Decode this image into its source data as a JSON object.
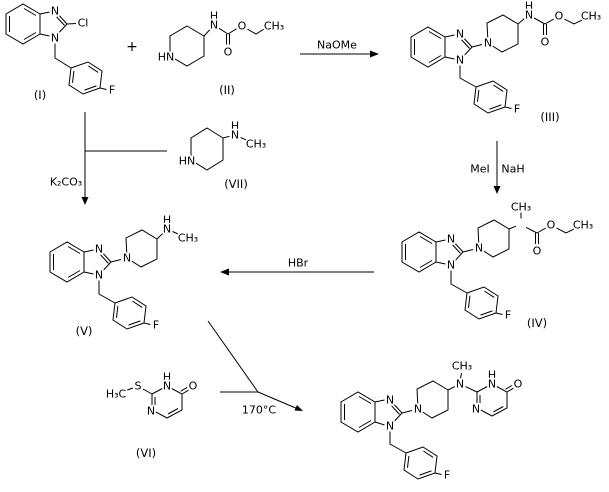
{
  "colors": {
    "background": "#ffffff",
    "ink": "#000000"
  },
  "atoms": {
    "N": "N",
    "H": "H",
    "HN": "HN",
    "Cl": "Cl",
    "F": "F",
    "O": "O",
    "S": "S",
    "CH3": "CH₃",
    "H3C": "H₃C"
  },
  "operators": {
    "plus": "+"
  },
  "compounds": {
    "I": {
      "label": "(I)"
    },
    "II": {
      "label": "(II)"
    },
    "III": {
      "label": "(III)"
    },
    "IV": {
      "label": "(IV)"
    },
    "V": {
      "label": "(V)"
    },
    "VI": {
      "label": "(VI)"
    },
    "VII": {
      "label": "(VII)"
    }
  },
  "reagents": {
    "naome": "NaOMe",
    "mei": "MeI",
    "nah": "NaH",
    "hbr": "HBr",
    "k2co3": "K₂CO₃",
    "temp": "170°C"
  }
}
